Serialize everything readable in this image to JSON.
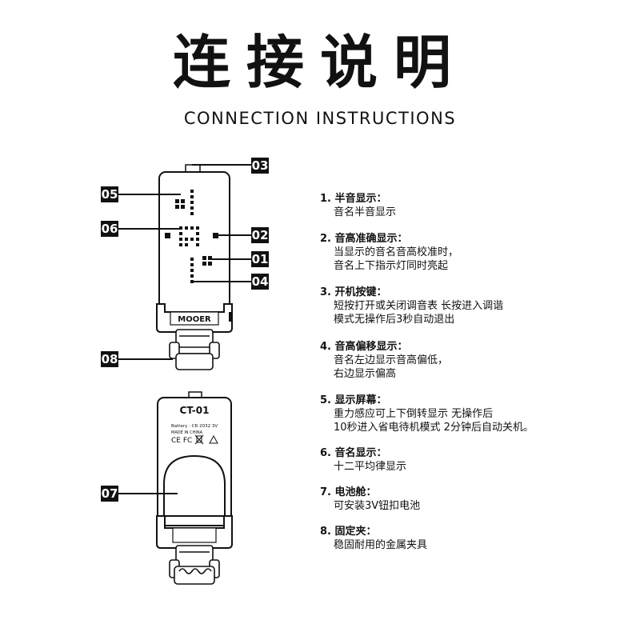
{
  "title_cn": "连接说明",
  "title_en": "CONNECTION INSTRUCTIONS",
  "callouts": {
    "c01": "01",
    "c02": "02",
    "c03": "03",
    "c04": "04",
    "c05": "05",
    "c06": "06",
    "c07": "07",
    "c08": "08"
  },
  "device_front": {
    "brand": "MOOER"
  },
  "device_back": {
    "model": "CT-01",
    "battery": "Battery : CR 2032 3V",
    "made_in": "MADE IN CHINA",
    "marks": "CE FC"
  },
  "items": [
    {
      "head": "1. 半音显示：",
      "lines": [
        "音名半音显示"
      ]
    },
    {
      "head": "2. 音高准确显示：",
      "lines": [
        "当显示的音名音高校准时，",
        "音名上下指示灯同时亮起"
      ]
    },
    {
      "head": "3. 开机按键：",
      "lines": [
        "短按打开或关闭调音表 长按进入调谐",
        "模式无操作后3秒自动退出"
      ]
    },
    {
      "head": "4. 音高偏移显示：",
      "lines": [
        "音名左边显示音高偏低，",
        "右边显示偏高"
      ]
    },
    {
      "head": "5. 显示屏幕：",
      "lines": [
        "重力感应可上下倒转显示 无操作后",
        "10秒进入省电待机模式 2分钟后自动关机。"
      ]
    },
    {
      "head": "6. 音名显示：",
      "lines": [
        "十二平均律显示"
      ]
    },
    {
      "head": "7. 电池舱：",
      "lines": [
        "可安装3V钮扣电池"
      ]
    },
    {
      "head": "8. 固定夹：",
      "lines": [
        "稳固耐用的金属夹具"
      ]
    }
  ]
}
